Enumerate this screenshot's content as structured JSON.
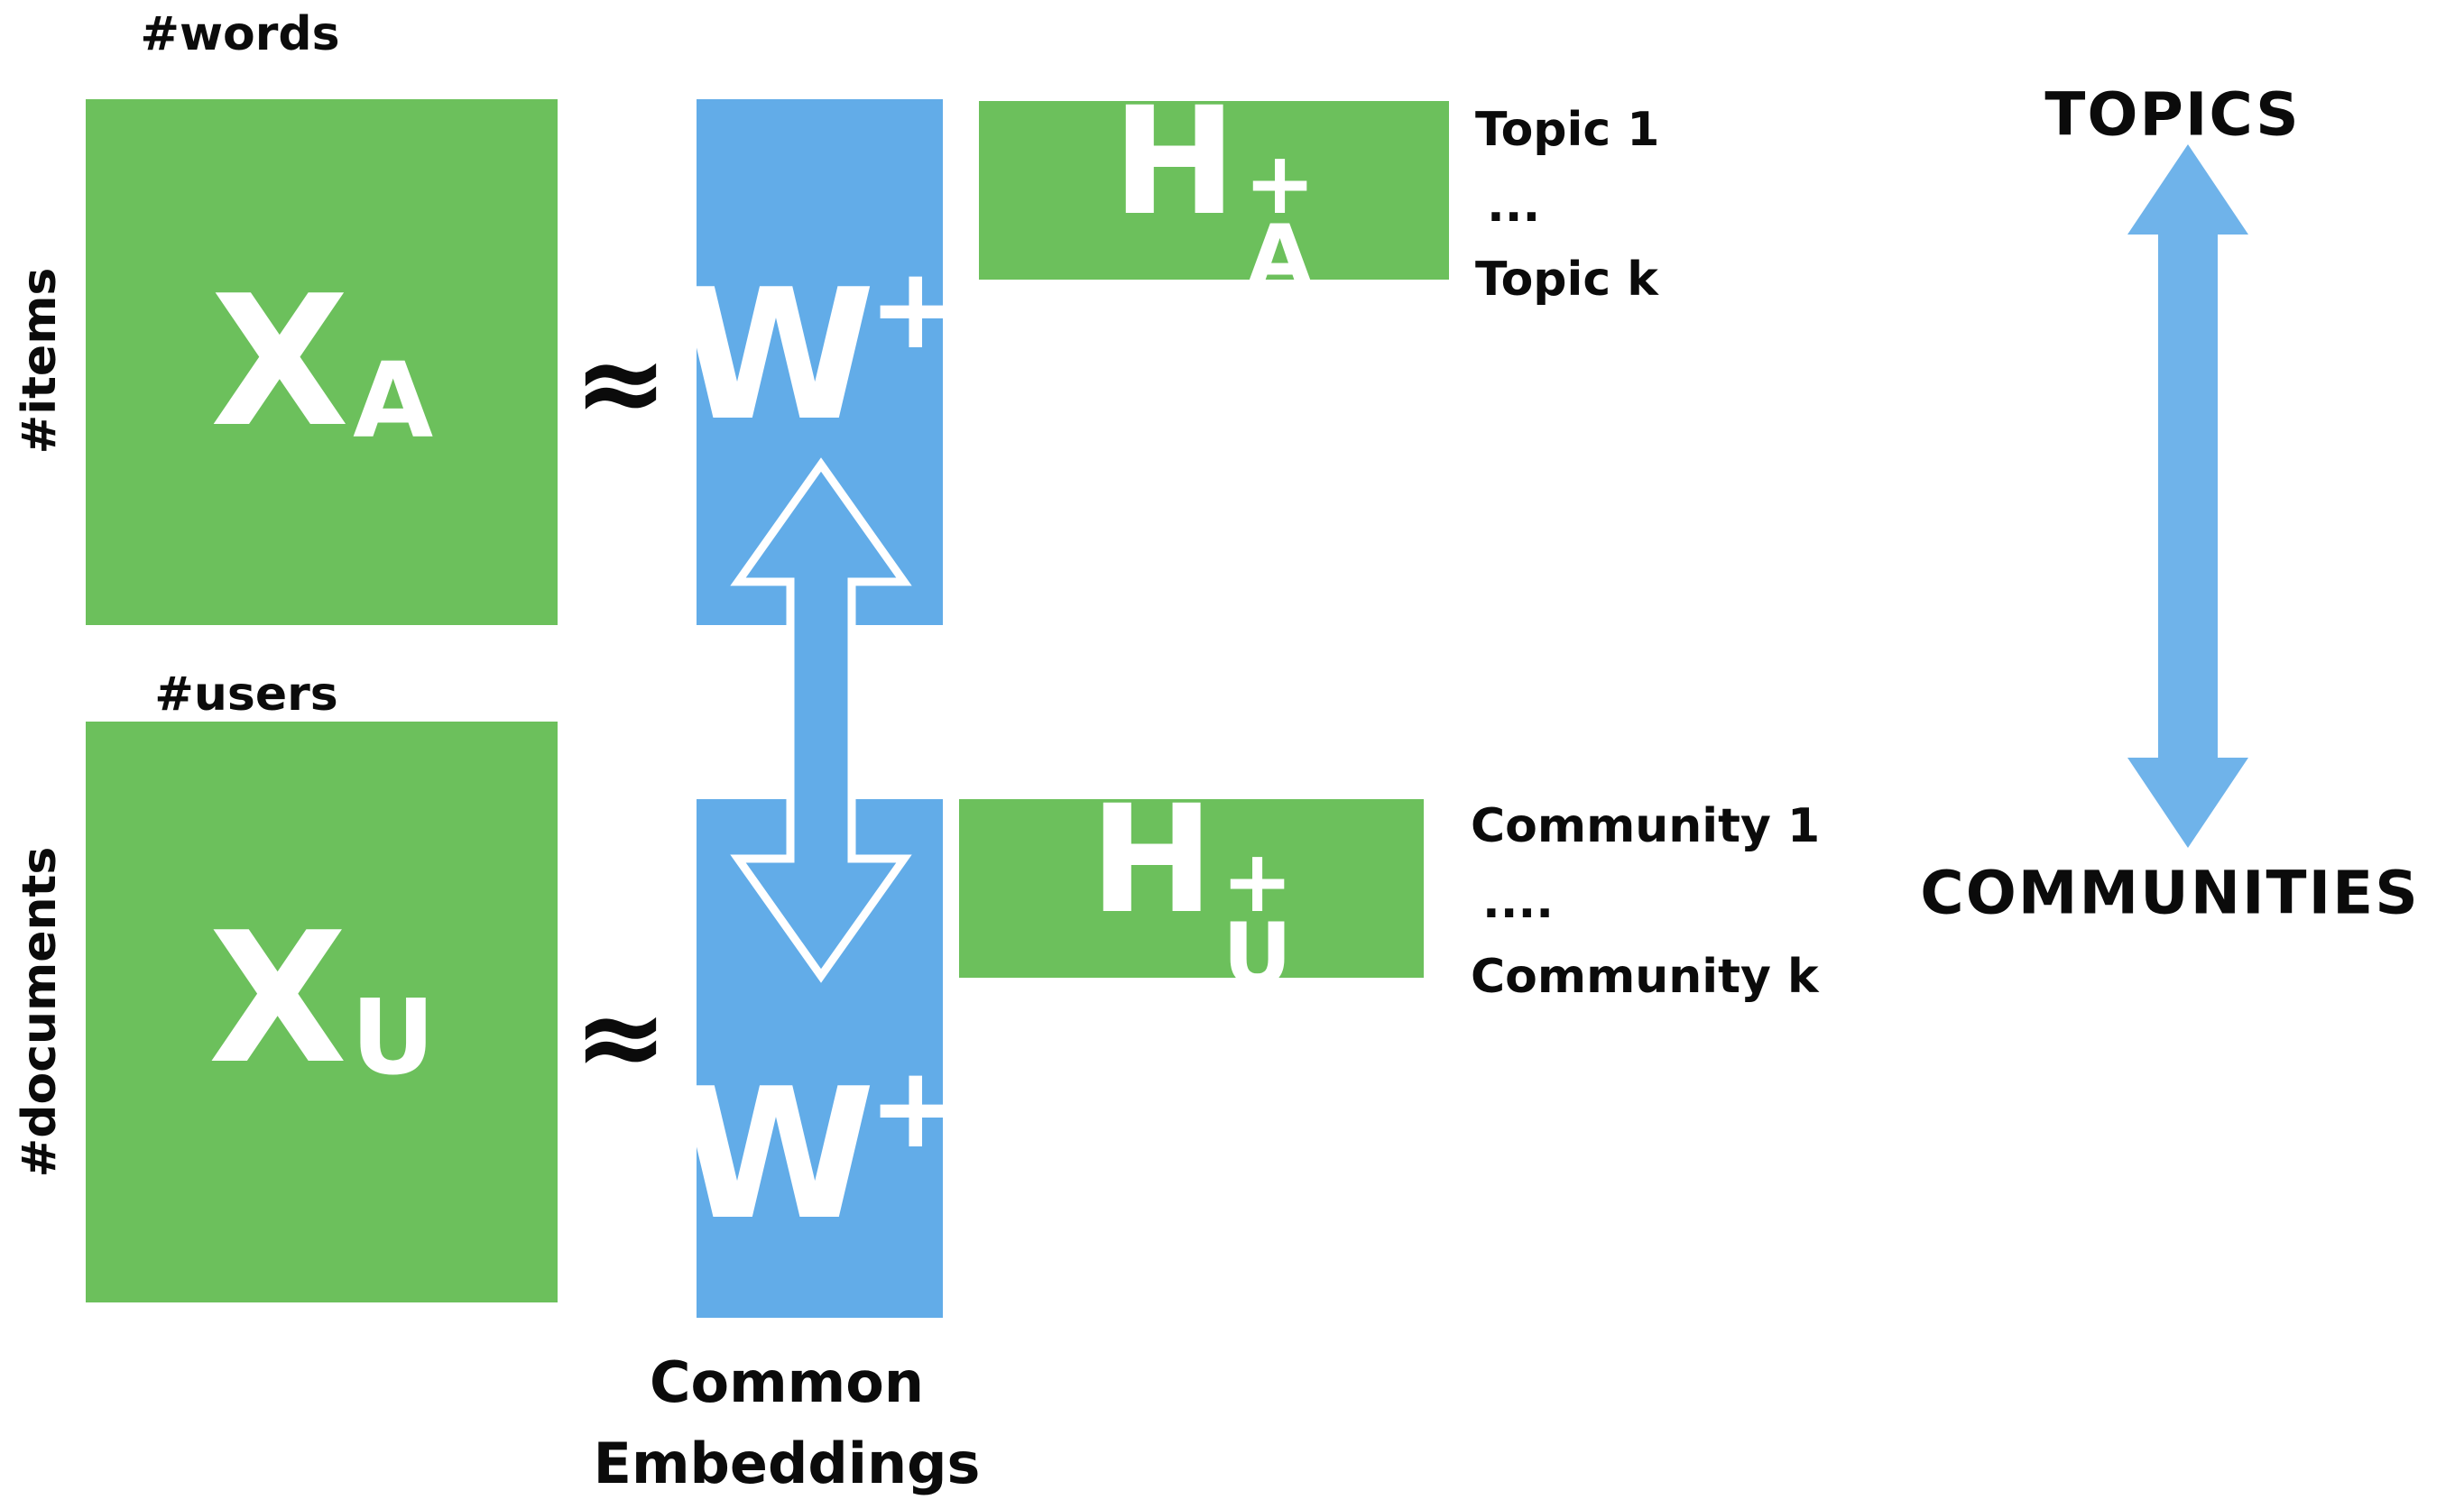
{
  "colors": {
    "green": "#6CC05C",
    "blue": "#62ACE8",
    "arrow_blue": "#6FB3EA",
    "ink": "#0b0b0b"
  },
  "top_row": {
    "col_label": "#words",
    "row_label": "#items",
    "matrix_base": "X",
    "matrix_sub": "A",
    "approx": "≈",
    "factor_base": "W",
    "factor_sup": "+",
    "h_base": "H",
    "h_sub": "A",
    "h_sup": "+",
    "outputs": [
      "Topic 1",
      "...",
      "Topic k"
    ]
  },
  "bottom_row": {
    "col_label": "#users",
    "row_label": "#documents",
    "matrix_base": "X",
    "matrix_sub": "U",
    "approx": "≈",
    "factor_base": "W",
    "factor_sup": "+",
    "h_base": "H",
    "h_sub": "U",
    "h_sup": "+",
    "outputs": [
      "Community 1",
      "....",
      "Community k"
    ]
  },
  "common_embeddings": {
    "line1": "Common",
    "line2": "Embeddings"
  },
  "right_panel": {
    "topics": "TOPICS",
    "communities": "COMMUNITIES"
  },
  "arrows": {
    "shared_embeddings": "double-arrow linking W matrices",
    "topics_communities": "double-arrow linking topics and communities"
  }
}
